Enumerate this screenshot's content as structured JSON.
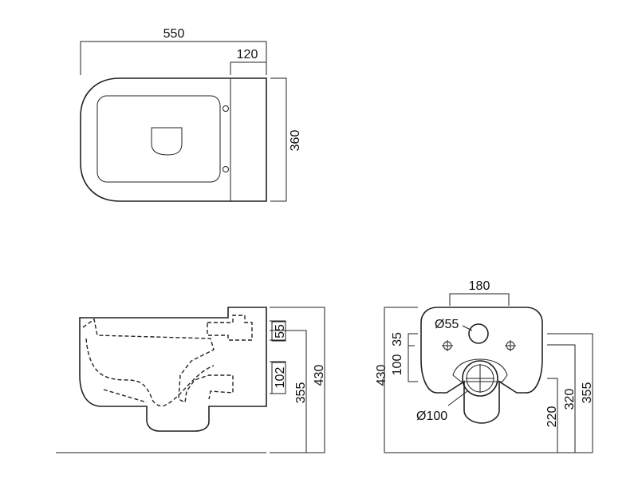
{
  "top_view": {
    "dim_length": "550",
    "dim_tank": "120",
    "dim_width": "360"
  },
  "side_view": {
    "dim_55": "55",
    "dim_102": "102",
    "dim_355": "355",
    "dim_430": "430"
  },
  "back_view": {
    "dim_180": "180",
    "dim_55_dia": "Ø55",
    "dim_35": "35",
    "dim_100": "100",
    "dim_430": "430",
    "dim_100_dia": "Ø100",
    "dim_220": "220",
    "dim_320": "320",
    "dim_355": "355"
  }
}
